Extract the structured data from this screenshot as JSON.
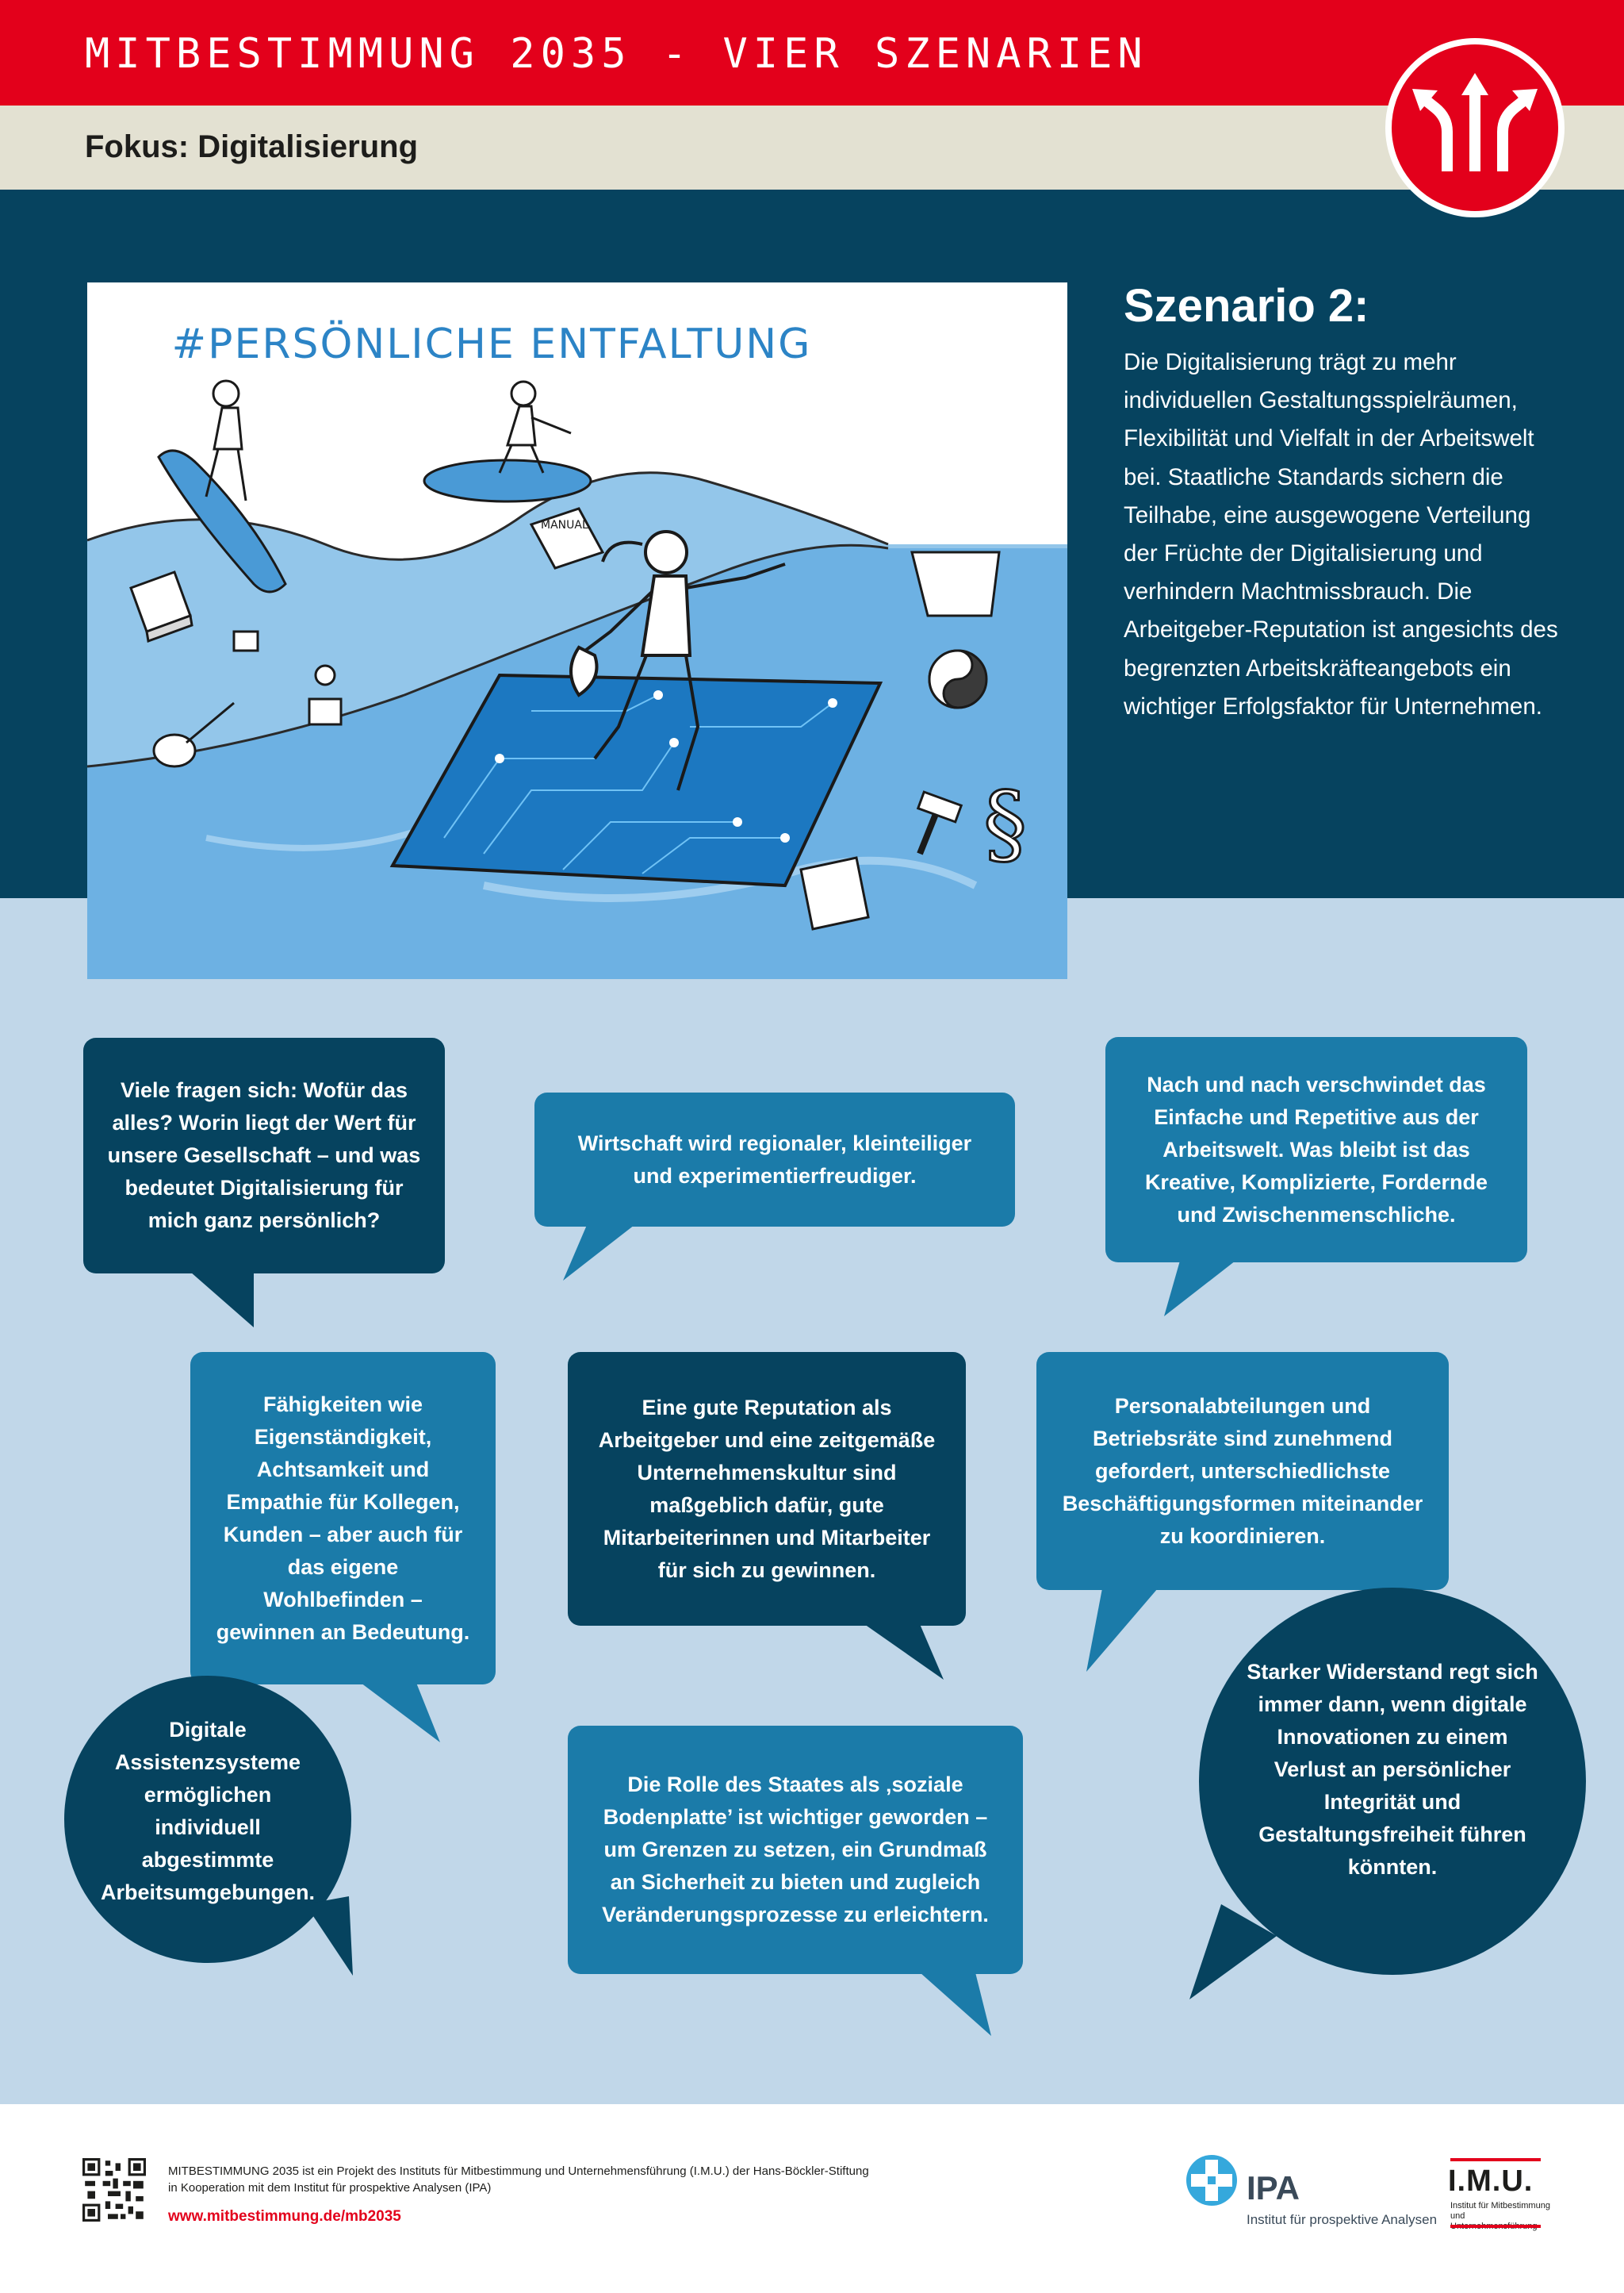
{
  "header": {
    "title": "MITBESTIMMUNG 2035 - VIER SZENARIEN",
    "subtitle": "Fokus: Digitalisierung",
    "badge_icon": "diverging-arrows-icon"
  },
  "illustration": {
    "title": "#PERSÖNLICHE ENTFALTUNG",
    "manual_label": "MANUAL"
  },
  "scenario": {
    "heading": "Szenario 2:",
    "text": "Die Digitalisierung trägt zu mehr individuellen Gestaltungsspielräumen, Flexibilität und Vielfalt in der Arbeitswelt bei. Staatliche Standards sichern die Teilhabe, eine ausgewogene Verteilung der Früchte der Digitalisierung und verhindern Machtmissbrauch. Die Arbeitgeber-Reputation ist angesichts des begrenzten Arbeitskräfteangebots ein wichtiger Erfolgsfaktor für Unternehmen."
  },
  "bubbles": [
    "Viele fragen sich: Wofür das alles? Worin liegt der Wert für unsere Gesellschaft – und was bedeutet Digitalisierung für mich ganz persönlich?",
    "Wirtschaft wird regionaler, kleinteiliger und experimentierfreudiger.",
    "Nach und nach verschwindet das Einfache und Repetitive aus der Arbeitswelt. Was bleibt ist das Kreative, Komplizierte, Fordernde und Zwischenmenschliche.",
    "Fähigkeiten wie Eigenständigkeit, Achtsamkeit und Empathie für Kollegen, Kunden – aber auch für das eigene Wohlbefinden – gewinnen an Bedeutung.",
    "Eine gute Reputation als Arbeitgeber und eine zeitgemäße Unternehmenskultur sind maßgeblich dafür, gute Mitarbeiterinnen und Mitarbeiter für sich zu gewinnen.",
    "Personalabteilungen und Betriebsräte sind zunehmend gefordert, unterschiedlichste Beschäftigungsformen miteinander zu koordinieren.",
    "Digitale Assistenzsysteme ermöglichen individuell abgestimmte Arbeitsumgebungen.",
    "Die Rolle des Staates als ‚soziale Bodenplatte’ ist wichtiger geworden – um Grenzen zu setzen, ein Grundmaß an Sicherheit zu bieten und zugleich Veränderungsprozesse zu erleichtern.",
    "Starker Widerstand regt sich immer dann, wenn digitale Innovationen zu einem Verlust an persönlicher Integrität und Gestaltungsfreiheit führen könnten."
  ],
  "footer": {
    "text_line1": "MITBESTIMMUNG 2035 ist ein Projekt des Instituts für Mitbestimmung und Unternehmensführung (I.M.U.) der Hans-Böckler-Stiftung",
    "text_line2": "in Kooperation mit dem Institut für prospektive Analysen (IPA)",
    "url": "www.mitbestimmung.de/mb2035",
    "ipa_name": "IPA",
    "ipa_sub": "Institut für prospektive Analysen",
    "imu_name": "I.M.U.",
    "imu_sub": "Institut für Mitbestimmung und Unternehmensführung"
  },
  "colors": {
    "red": "#e3001b",
    "navy": "#06435f",
    "blue": "#1b7ba9",
    "light_blue": "#c1d7e9"
  }
}
